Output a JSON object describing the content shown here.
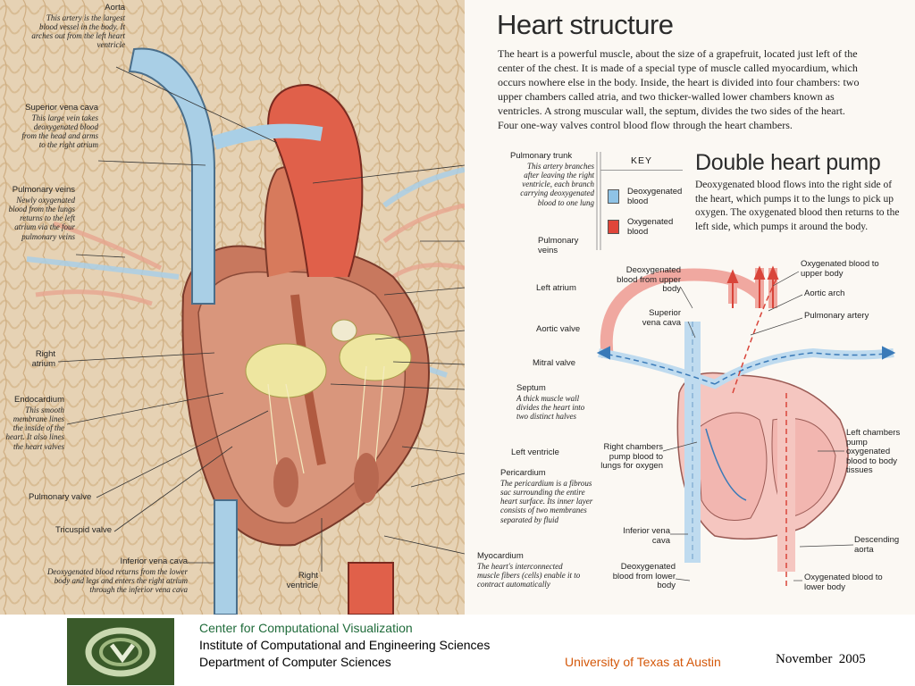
{
  "heart_structure": {
    "title": "Heart structure",
    "paragraph": "The heart is a powerful muscle, about the size of a grapefruit, located just left of the center of the chest. It is made of a special type of muscle called myocardium, which occurs nowhere else in the body. Inside, the heart is divided into four chambers: two upper chambers called atria, and two thicker-walled lower chambers known as ventricles. A strong muscular wall, the septum, divides the two sides of the heart. Four one-way valves control blood flow through the heart chambers."
  },
  "key": {
    "heading": "KEY",
    "deoxy": {
      "label": "Deoxygenated blood",
      "color": "#8fc3e6"
    },
    "oxy": {
      "label": "Oxygenated blood",
      "color": "#e0453a"
    }
  },
  "double_pump": {
    "title": "Double heart pump",
    "paragraph": "Deoxygenated blood flows into the right side of the heart, which pumps it to the lungs to pick up oxygen. The oxygenated blood then returns to the left side, which pumps it around the body."
  },
  "left_labels": {
    "aorta": {
      "t": "Aorta",
      "d": "This artery is the largest blood vessel in the body. It arches out from the left heart ventricle"
    },
    "svc": {
      "t": "Superior vena cava",
      "d": "This large vein takes deoxygenated blood from the head and arms to the right atrium"
    },
    "pulm_veins": {
      "t": "Pulmonary veins",
      "d": "Newly oxygenated blood from the lungs returns to the left atrium via the four pulmonary veins"
    },
    "right_atrium": {
      "t": "Right atrium"
    },
    "endocardium": {
      "t": "Endocardium",
      "d": "This smooth membrane lines the inside of the heart. It also lines the heart valves"
    },
    "pulm_valve": {
      "t": "Pulmonary valve"
    },
    "tricuspid": {
      "t": "Tricuspid valve"
    },
    "ivc": {
      "t": "Inferior vena cava",
      "d": "Deoxygenated blood returns from the lower body and legs and enters the right atrium through the inferior vena cava"
    },
    "right_ventricle": {
      "t": "Right ventricle"
    }
  },
  "right_labels": {
    "pulm_trunk": {
      "t": "Pulmonary trunk",
      "d": "This artery branches after leaving the right ventricle, each branch carrying deoxygenated blood to one lung"
    },
    "pulm_veins": {
      "t": "Pulmonary veins"
    },
    "left_atrium": {
      "t": "Left atrium"
    },
    "aortic_valve": {
      "t": "Aortic valve"
    },
    "mitral_valve": {
      "t": "Mitral valve"
    },
    "septum": {
      "t": "Septum",
      "d": "A thick muscle wall divides the heart into two distinct halves"
    },
    "left_ventricle": {
      "t": "Left ventricle"
    },
    "pericardium": {
      "t": "Pericardium",
      "d": "The pericardium is a fibrous sac surrounding the entire heart surface. Its inner layer consists of two membranes separated by fluid"
    },
    "myocardium": {
      "t": "Myocardium",
      "d": "The heart's interconnected muscle fibers (cells) enable it to contract automatically"
    }
  },
  "pump_labels": {
    "deoxy_upper": "Deoxygenated blood from upper body",
    "svc": "Superior vena cava",
    "right_chambers": "Right chambers pump blood to lungs for oxygen",
    "ivc": "Inferior vena cava",
    "deoxy_lower": "Deoxygenated blood from lower body",
    "oxy_upper": "Oxygenated blood to upper body",
    "aortic_arch": "Aortic arch",
    "pulm_artery": "Pulmonary artery",
    "left_chambers": "Left chambers pump oxygenated blood to body tissues",
    "desc_aorta": "Descending aorta",
    "oxy_lower": "Oxygenated blood to lower body"
  },
  "footer": {
    "line1": "Center for Computational Visualization",
    "line2": "Institute of Computational and Engineering Sciences",
    "line3": "Department of Computer Sciences",
    "university": "University of Texas at Austin",
    "date": "November  2005",
    "accent_green": "#1f6b3a",
    "accent_orange": "#d4580a"
  }
}
